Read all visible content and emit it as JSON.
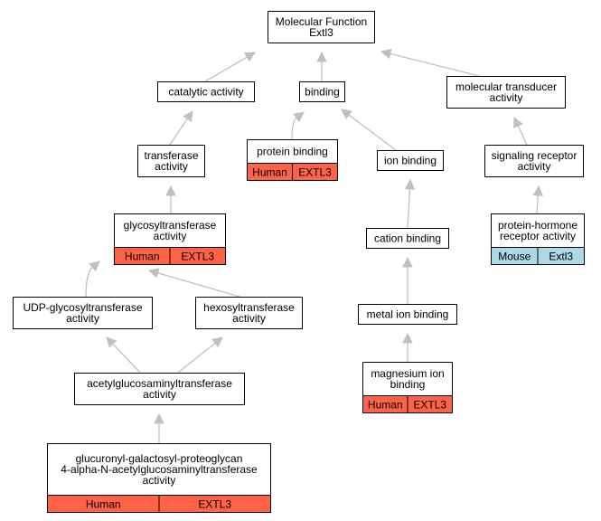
{
  "colors": {
    "human": "#ff6347",
    "mouse": "#add8e6",
    "edge": "#c0c0c0"
  },
  "nodes": [
    {
      "id": "mf",
      "lines": [
        "Molecular Function",
        "Extl3"
      ]
    },
    {
      "id": "catalytic",
      "lines": [
        "catalytic activity"
      ]
    },
    {
      "id": "binding",
      "lines": [
        "binding"
      ]
    },
    {
      "id": "transducer",
      "lines": [
        "molecular transducer",
        "activity"
      ]
    },
    {
      "id": "transferase",
      "lines": [
        "transferase",
        "activity"
      ]
    },
    {
      "id": "protein_binding",
      "lines": [
        "protein binding"
      ],
      "annotation": {
        "species": "Human",
        "gene": "EXTL3",
        "color": "human"
      }
    },
    {
      "id": "ion_binding",
      "lines": [
        "ion binding"
      ]
    },
    {
      "id": "signaling",
      "lines": [
        "signaling receptor",
        "activity"
      ]
    },
    {
      "id": "glycosyl",
      "lines": [
        "glycosyltransferase",
        "activity"
      ],
      "annotation": {
        "species": "Human",
        "gene": "EXTL3",
        "color": "human"
      }
    },
    {
      "id": "cation",
      "lines": [
        "cation binding"
      ]
    },
    {
      "id": "hormone",
      "lines": [
        "protein-hormone",
        "receptor activity"
      ],
      "annotation": {
        "species": "Mouse",
        "gene": "Extl3",
        "color": "mouse"
      }
    },
    {
      "id": "udp",
      "lines": [
        "UDP-glycosyltransferase",
        "activity"
      ]
    },
    {
      "id": "hexosyl",
      "lines": [
        "hexosyltransferase",
        "activity"
      ]
    },
    {
      "id": "metal",
      "lines": [
        "metal ion binding"
      ]
    },
    {
      "id": "acetyl",
      "lines": [
        "acetylglucosaminyltransferase",
        "activity"
      ]
    },
    {
      "id": "magnesium",
      "lines": [
        "magnesium ion",
        "binding"
      ],
      "annotation": {
        "species": "Human",
        "gene": "EXTL3",
        "color": "human"
      }
    },
    {
      "id": "glucuronyl",
      "lines": [
        "glucuronyl-galactosyl-proteoglycan",
        "4-alpha-N-acetylglucosaminyltransferase",
        "activity"
      ],
      "annotation": {
        "species": "Human",
        "gene": "EXTL3",
        "color": "human"
      }
    }
  ],
  "edges": [
    {
      "from": "catalytic",
      "to": "mf"
    },
    {
      "from": "binding",
      "to": "mf"
    },
    {
      "from": "transducer",
      "to": "mf"
    },
    {
      "from": "transferase",
      "to": "catalytic"
    },
    {
      "from": "protein_binding",
      "to": "binding"
    },
    {
      "from": "ion_binding",
      "to": "binding"
    },
    {
      "from": "signaling",
      "to": "transducer"
    },
    {
      "from": "glycosyl",
      "to": "transferase"
    },
    {
      "from": "cation",
      "to": "ion_binding"
    },
    {
      "from": "hormone",
      "to": "signaling"
    },
    {
      "from": "udp",
      "to": "glycosyl"
    },
    {
      "from": "hexosyl",
      "to": "glycosyl"
    },
    {
      "from": "metal",
      "to": "cation"
    },
    {
      "from": "acetyl",
      "to": "udp"
    },
    {
      "from": "acetyl",
      "to": "hexosyl"
    },
    {
      "from": "magnesium",
      "to": "metal"
    },
    {
      "from": "glucuronyl",
      "to": "acetyl"
    }
  ]
}
